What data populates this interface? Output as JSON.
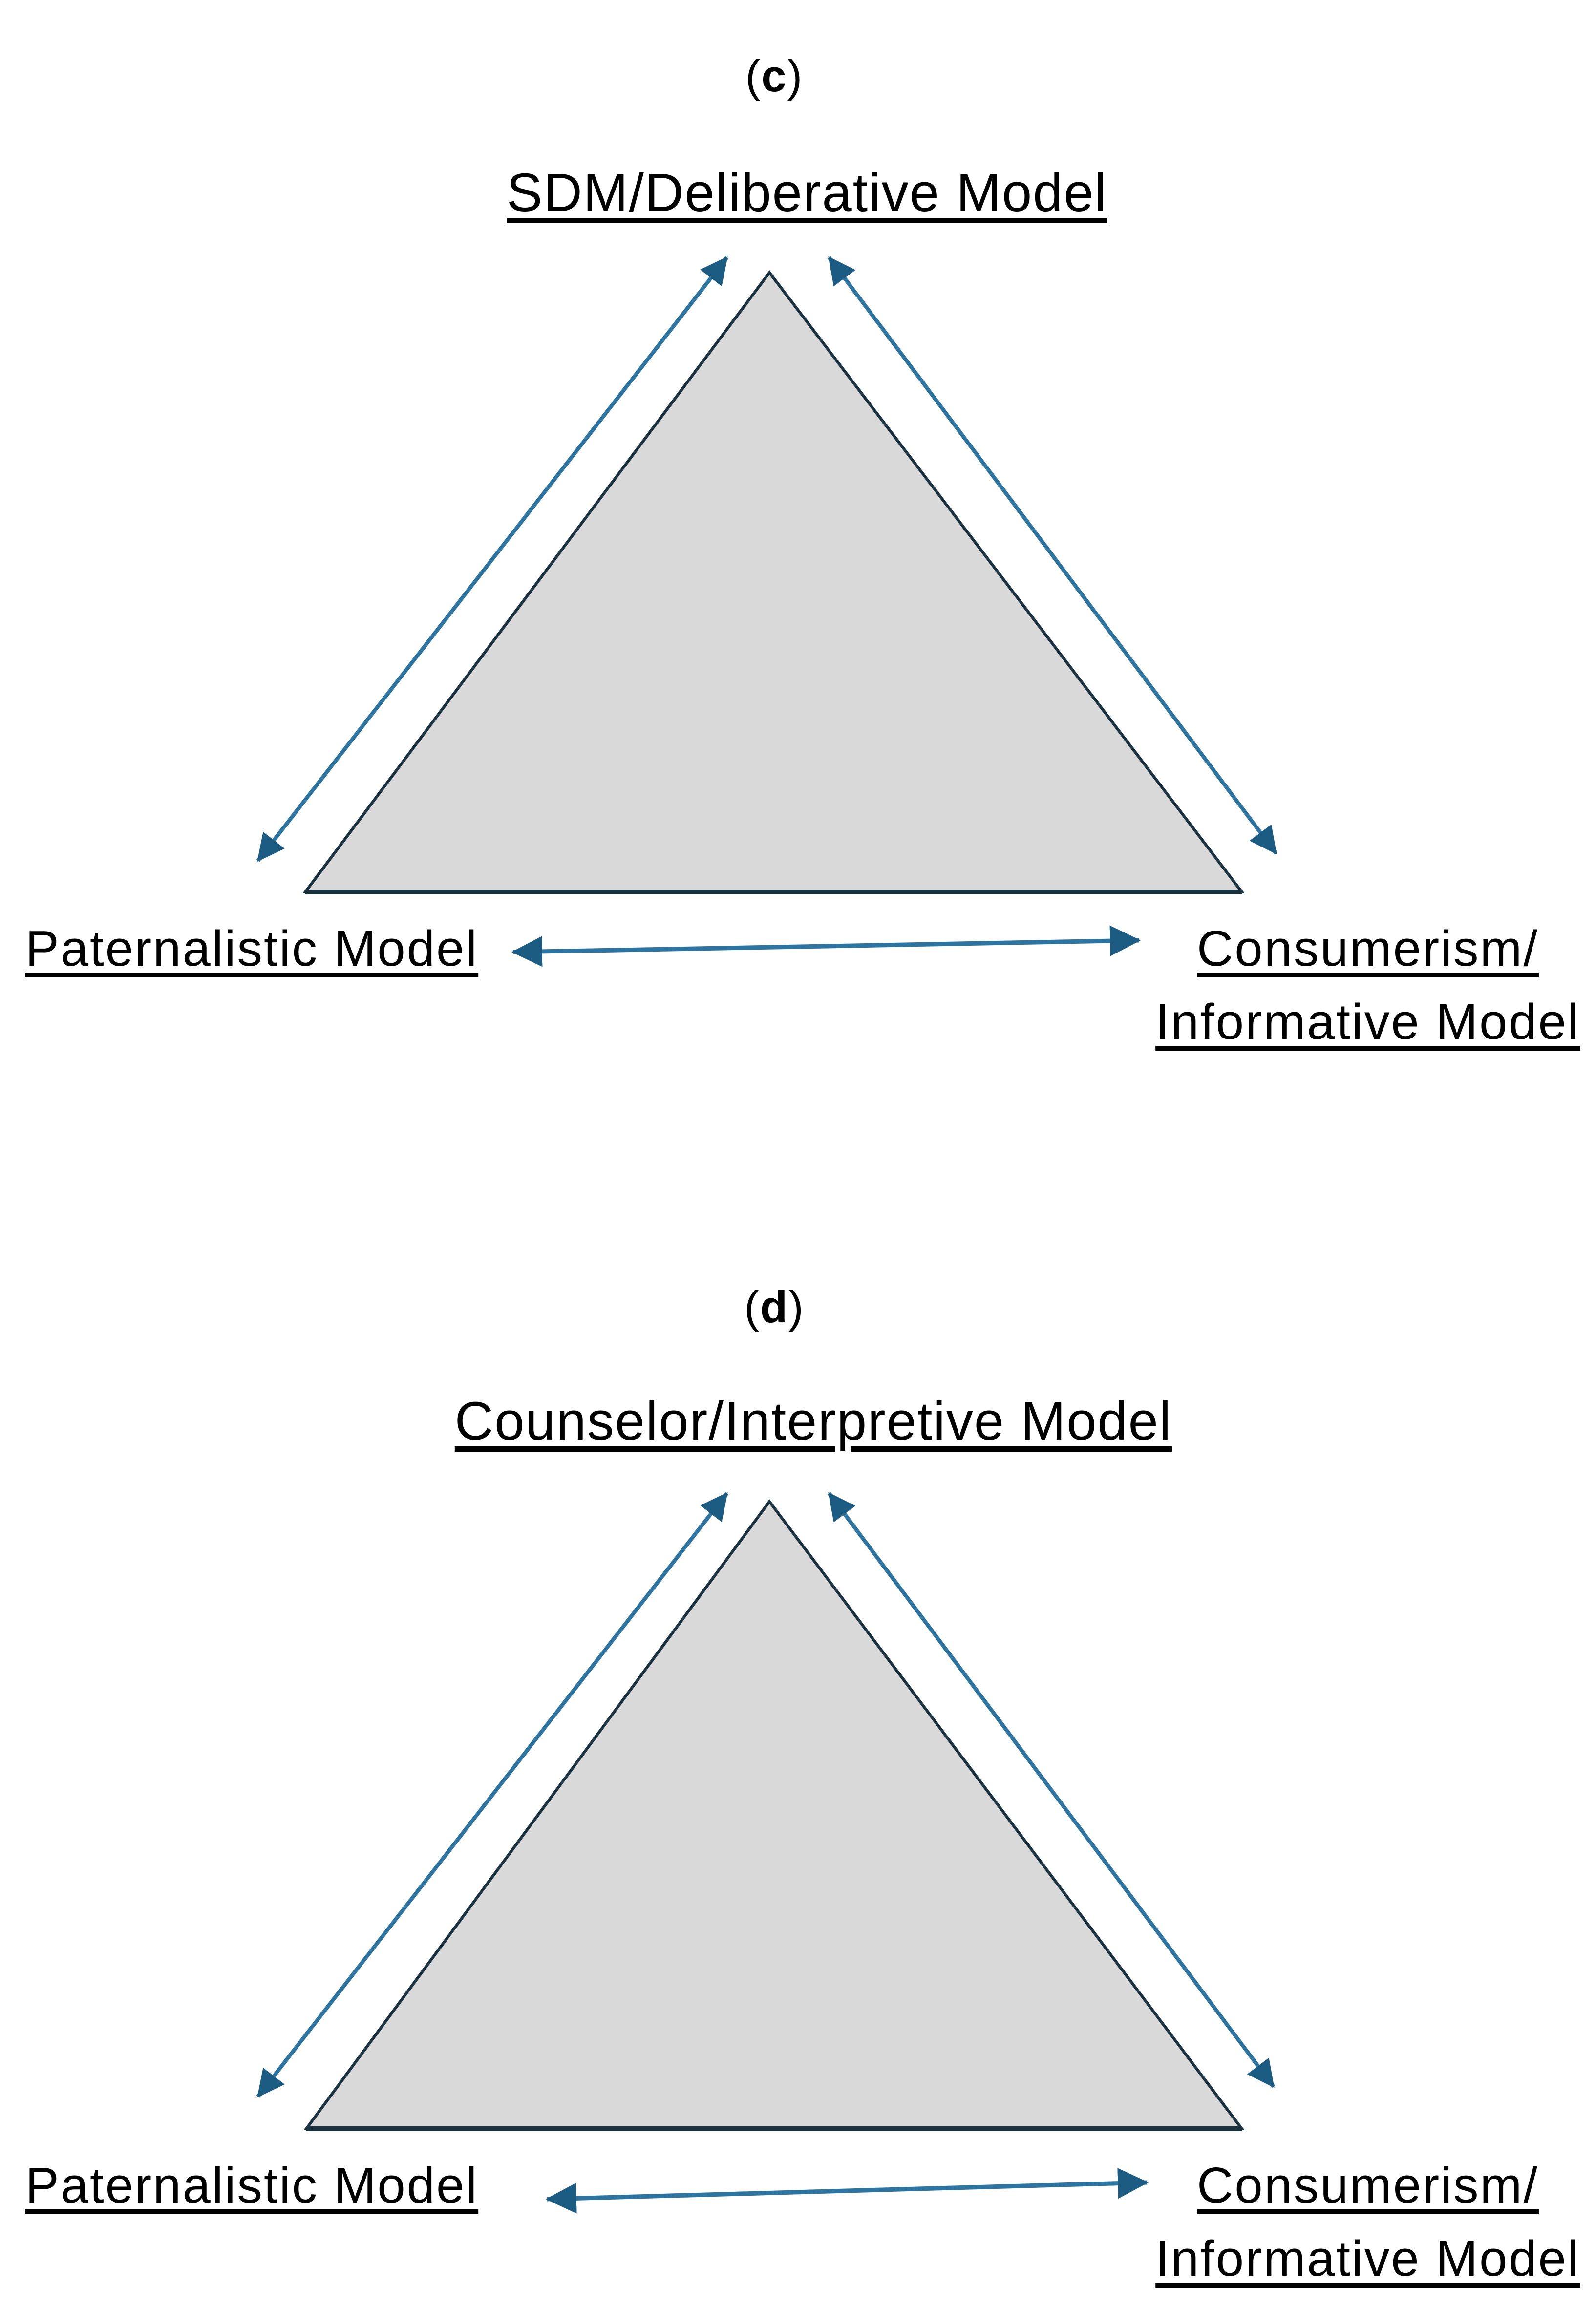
{
  "figure": {
    "background": "#ffffff",
    "text_color": "#000000",
    "triangle_fill": "#d9d9d9",
    "triangle_stroke": "#1b3240",
    "arrow_line_color": "#2e74a0",
    "arrow_head_color": "#1d5c82"
  },
  "panels": [
    {
      "label_open": "(",
      "label_letter": "c",
      "label_close": ")",
      "title": "SDM/Deliberative Model",
      "bottom_left_label": "Paternalistic Model",
      "bottom_right_line1": "Consumerism/",
      "bottom_right_line2": "Informative Model"
    },
    {
      "label_open": "(",
      "label_letter": "d",
      "label_close": ")",
      "title": "Counselor/Interpretive Model",
      "bottom_left_label": "Paternalistic Model",
      "bottom_right_line1": "Consumerism/",
      "bottom_right_line2": "Informative Model"
    }
  ]
}
